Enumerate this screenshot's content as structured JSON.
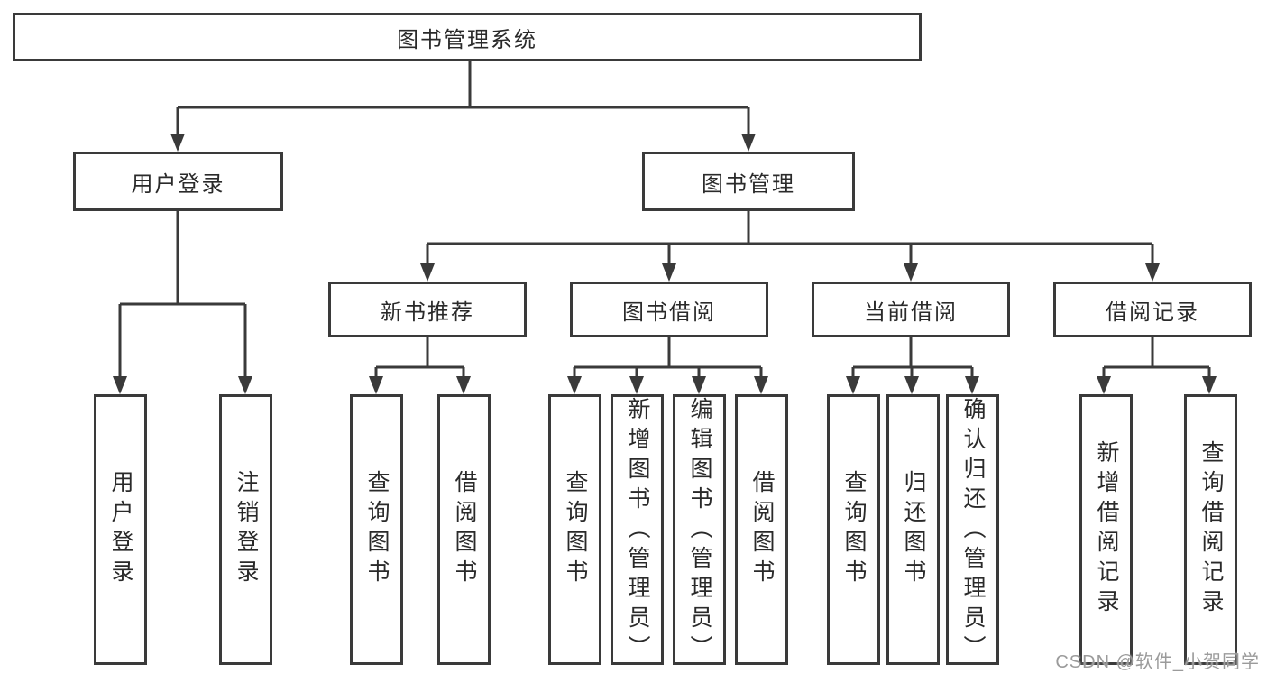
{
  "canvas": {
    "background": "#ffffff",
    "line_color": "#3a3a3a",
    "text_color": "#2a2a2a"
  },
  "watermark": {
    "text": "CSDN @软件_小贺同学",
    "color": "#9b9b9b"
  },
  "tree": {
    "root": "图书管理系统",
    "branches": [
      {
        "label": "用户登录",
        "leaves": [
          "用户登录",
          "注销登录"
        ]
      },
      {
        "label": "图书管理",
        "children": [
          {
            "label": "新书推荐",
            "leaves": [
              "查询图书",
              "借阅图书"
            ]
          },
          {
            "label": "图书借阅",
            "leaves": [
              "查询图书",
              "新增图书（管理员）",
              "编辑图书（管理员）",
              "借阅图书"
            ]
          },
          {
            "label": "当前借阅",
            "leaves": [
              "查询图书",
              "归还图书",
              "确认归还（管理员）"
            ]
          },
          {
            "label": "借阅记录",
            "leaves": [
              "新增借阅记录",
              "查询借阅记录"
            ]
          }
        ]
      }
    ]
  }
}
